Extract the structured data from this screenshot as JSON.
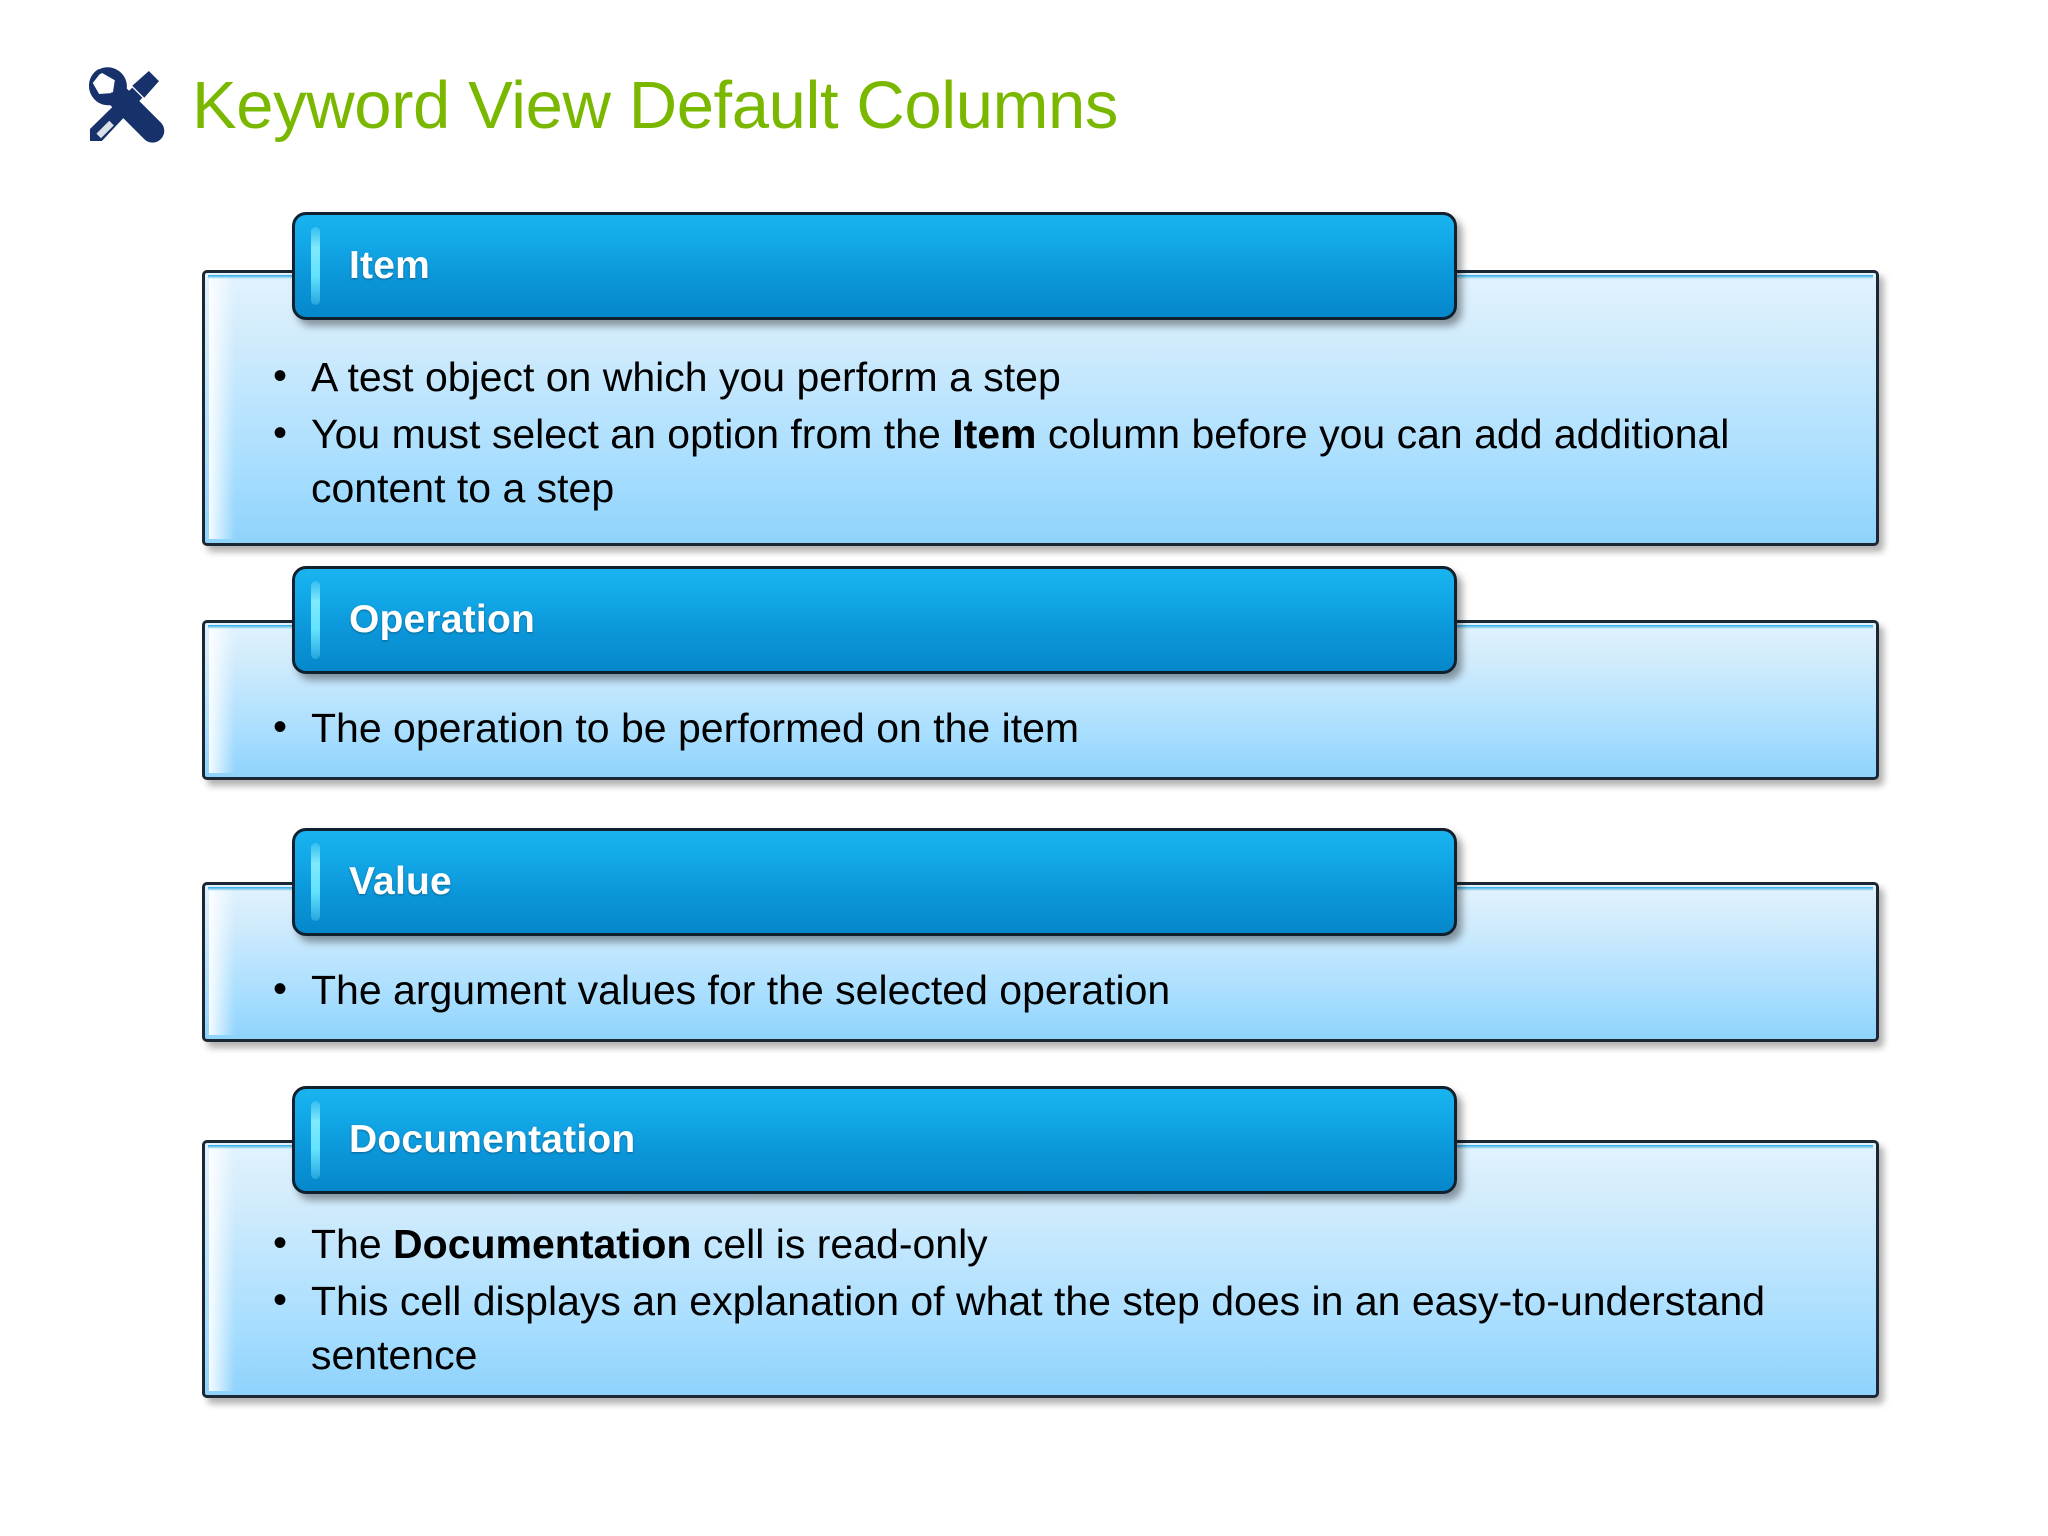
{
  "slide": {
    "title": "Keyword View Default Columns",
    "title_color": "#7ab800",
    "background_color": "#ffffff",
    "icon": "wrench-screwdriver-icon",
    "icon_color": "#17326b"
  },
  "theme": {
    "header_gradient_top": "#19b4ef",
    "header_gradient_bottom": "#0688cb",
    "header_text_color": "#ffffff",
    "header_highlight_color": "#7fe9ff",
    "body_gradient_top": "#e2f3fd",
    "body_gradient_bottom": "#8fd3fb",
    "border_color": "#1b2733",
    "body_text_color": "#000000"
  },
  "cards": [
    {
      "id": "item",
      "header": "Item",
      "bullets": [
        {
          "parts": [
            {
              "text": "A test object on which you perform a step",
              "bold": false
            }
          ]
        },
        {
          "parts": [
            {
              "text": "You must select an option from the ",
              "bold": false
            },
            {
              "text": "Item",
              "bold": true
            },
            {
              "text": " column before you can add additional content to a step",
              "bold": false
            }
          ]
        }
      ]
    },
    {
      "id": "operation",
      "header": "Operation",
      "bullets": [
        {
          "parts": [
            {
              "text": "The operation to be performed on the item",
              "bold": false
            }
          ]
        }
      ]
    },
    {
      "id": "value",
      "header": "Value",
      "bullets": [
        {
          "parts": [
            {
              "text": "The argument values for the selected operation",
              "bold": false
            }
          ]
        }
      ]
    },
    {
      "id": "documentation",
      "header": "Documentation",
      "bullets": [
        {
          "parts": [
            {
              "text": "The ",
              "bold": false
            },
            {
              "text": "Documentation",
              "bold": true
            },
            {
              "text": " cell is read-only",
              "bold": false
            }
          ]
        },
        {
          "parts": [
            {
              "text": "This cell displays an explanation of what the step does in an easy-to-understand sentence",
              "bold": false
            }
          ]
        }
      ]
    }
  ]
}
